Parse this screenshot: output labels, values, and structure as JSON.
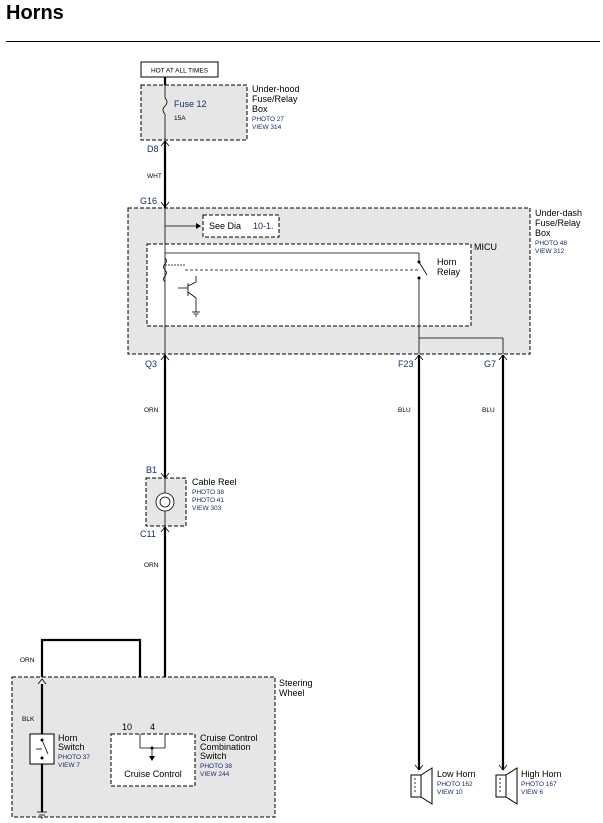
{
  "title": "Horns",
  "power": {
    "hot_label": "HOT AT ALL TIMES"
  },
  "underhood": {
    "name_lines": [
      "Under-hood",
      "Fuse/Relay",
      "Box"
    ],
    "photo": "PHOTO 27",
    "view": "VIEW 314",
    "fuse_name": "Fuse 12",
    "fuse_rating": "15A",
    "connector": "D8"
  },
  "wires": {
    "w1": "WHT",
    "w2": "ORN",
    "w3": "ORN",
    "w4": "ORN",
    "w5": "BLK",
    "w6": "BLU",
    "w7": "BLU"
  },
  "underdash": {
    "name_lines": [
      "Under-dash",
      "Fuse/Relay",
      "Box"
    ],
    "photo": "PHOTO 48",
    "view": "VIEW 312",
    "connector_in": "G16",
    "see_dia_label": "See Dia",
    "see_dia_ref": "10-1.",
    "micu": "MICU",
    "relay_lines": [
      "Horn",
      "Relay"
    ],
    "conn_q3": "Q3",
    "conn_f23": "F23",
    "conn_g7": "G7"
  },
  "cable_reel": {
    "name": "Cable Reel",
    "photo1": "PHOTO 38",
    "photo2": "PHOTO 41",
    "view": "VIEW 303",
    "conn_top": "B1",
    "conn_bottom": "C11"
  },
  "steering": {
    "name_lines": [
      "Steering",
      "Wheel"
    ],
    "horn_switch_lines": [
      "Horn",
      "Switch"
    ],
    "horn_photo": "PHOTO 37",
    "horn_view": "VIEW 7",
    "pin_10": "10",
    "pin_4": "4",
    "cruise_inner": "Cruise Control",
    "cruise_lines": [
      "Cruise Control",
      "Combination",
      "Switch"
    ],
    "cruise_photo": "PHOTO 38",
    "cruise_view": "VIEW 244"
  },
  "low_horn": {
    "name": "Low Horn",
    "photo": "PHOTO 162",
    "view": "VIEW 10"
  },
  "high_horn": {
    "name": "High Horn",
    "photo": "PHOTO 167",
    "view": "VIEW 6"
  }
}
